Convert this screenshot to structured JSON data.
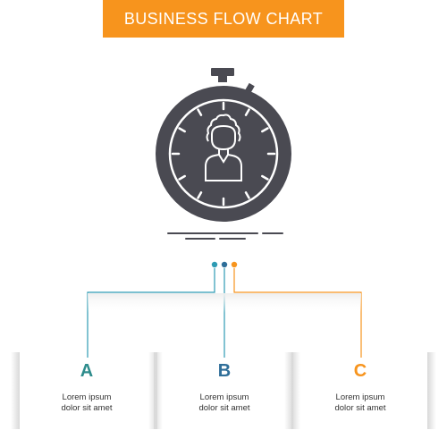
{
  "colors": {
    "orange": "#f7941d",
    "teal": "#2e9bb3",
    "icon": "#4a4a52",
    "letter_a": "#2e8c8c",
    "letter_b": "#2f6e99",
    "letter_c": "#f7941d"
  },
  "header": {
    "title": "BUSINESS FLOW CHART"
  },
  "illustration": {
    "icon": "stopwatch-person-icon"
  },
  "steps": [
    {
      "letter": "A",
      "line1": "Lorem ipsum",
      "line2": "dolor sit amet"
    },
    {
      "letter": "B",
      "line1": "Lorem ipsum",
      "line2": "dolor sit amet"
    },
    {
      "letter": "C",
      "line1": "Lorem ipsum",
      "line2": "dolor sit amet"
    }
  ]
}
